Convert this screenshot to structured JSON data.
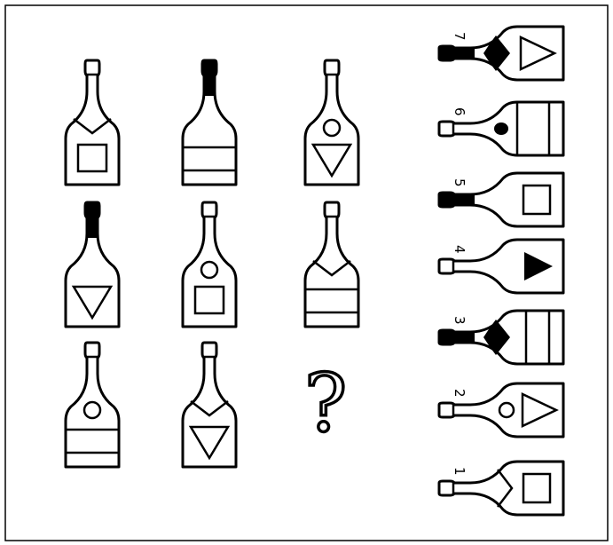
{
  "puzzle": {
    "question_mark": "?",
    "grid": [
      {
        "id": "r1c1",
        "neck": "outline",
        "label": "square",
        "label_fill": "none",
        "bands": 0,
        "v_collar": true
      },
      {
        "id": "r1c2",
        "neck": "black",
        "label": "band",
        "label_fill": "none",
        "bands": 2,
        "v_collar": false
      },
      {
        "id": "r1c3",
        "neck": "outline",
        "label": "circle-triangle-down",
        "label_fill": "none",
        "bands": 0,
        "v_collar": false
      },
      {
        "id": "r2c1",
        "neck": "black",
        "label": "triangle-down",
        "label_fill": "none",
        "bands": 0,
        "v_collar": false
      },
      {
        "id": "r2c2",
        "neck": "outline",
        "label": "circle-square",
        "label_fill": "none",
        "bands": 0,
        "v_collar": false
      },
      {
        "id": "r2c3",
        "neck": "outline",
        "label": "band",
        "label_fill": "none",
        "bands": 2,
        "v_collar": true
      },
      {
        "id": "r3c1",
        "neck": "outline",
        "label": "circle-band",
        "label_fill": "none",
        "bands": 2,
        "v_collar": false
      },
      {
        "id": "r3c2",
        "neck": "outline",
        "label": "triangle-down",
        "label_fill": "none",
        "bands": 0,
        "v_collar": true
      }
    ],
    "options": [
      {
        "number": "7",
        "neck": "black",
        "label": "triangle-right",
        "v_collar": true
      },
      {
        "number": "6",
        "neck": "outline",
        "label": "dot-band",
        "v_collar": false
      },
      {
        "number": "5",
        "neck": "black",
        "label": "square",
        "v_collar": false
      },
      {
        "number": "4",
        "neck": "outline",
        "label": "triangle-right-filled",
        "v_collar": false
      },
      {
        "number": "3",
        "neck": "black",
        "label": "band",
        "v_collar": true
      },
      {
        "number": "2",
        "neck": "outline",
        "label": "circle-triangle-right",
        "v_collar": false
      },
      {
        "number": "1",
        "neck": "outline",
        "label": "square",
        "v_collar": true
      }
    ]
  }
}
